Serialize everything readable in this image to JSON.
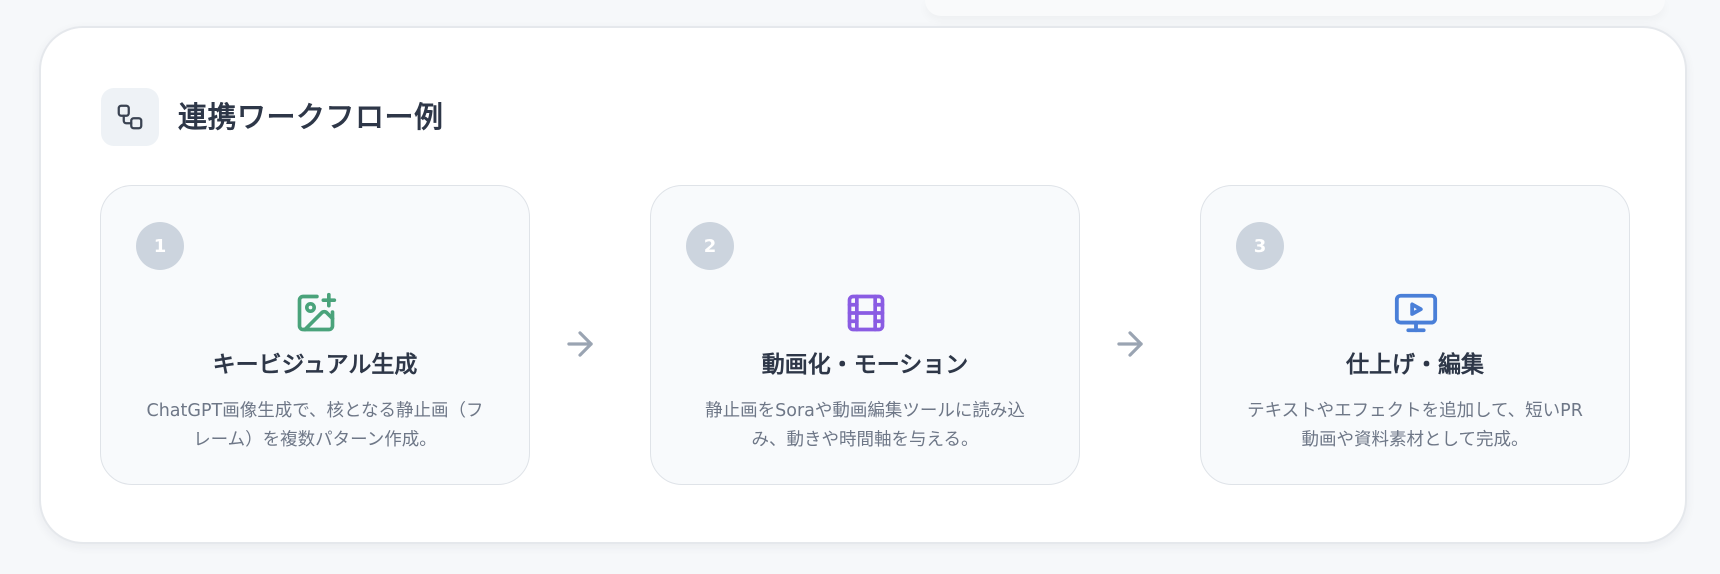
{
  "header": {
    "title": "連携ワークフロー例",
    "icon": "workflow-icon"
  },
  "steps": [
    {
      "number": "1",
      "icon": "image-plus-icon",
      "icon_color": "#4aa37b",
      "title": "キービジュアル生成",
      "description": "ChatGPT画像生成で、核となる静止画（フレーム）を複数パターン作成。"
    },
    {
      "number": "2",
      "icon": "film-icon",
      "icon_color": "#8a5ce3",
      "title": "動画化・モーション",
      "description": "静止画をSoraや動画編集ツールに読み込み、動きや時間軸を与える。"
    },
    {
      "number": "3",
      "icon": "monitor-play-icon",
      "icon_color": "#4a7fd8",
      "title": "仕上げ・編集",
      "description": "テキストやエフェクトを追加して、短いPR動画や資料素材として完成。"
    }
  ],
  "connectors": {
    "icon": "arrow-right-icon",
    "color": "#9aa4b2"
  }
}
